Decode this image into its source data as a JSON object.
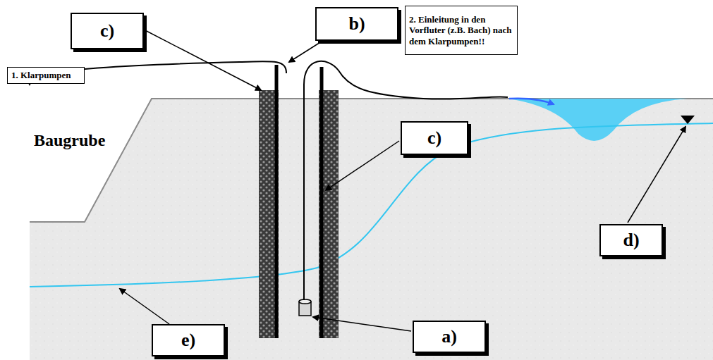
{
  "diagram": {
    "nodes": [
      {
        "text": [
          "c)"
        ]
      },
      {
        "text": [
          "b)"
        ]
      },
      {
        "text": [
          "2. Einleitung in den Vorfluter (z.B. Bach) nach dem Klarpumpen!!"
        ]
      },
      {
        "text": [
          "1. Klarpumpen"
        ]
      },
      {
        "text": [
          "c)"
        ]
      },
      {
        "text": [
          "d)"
        ]
      },
      {
        "text": [
          "e)"
        ]
      },
      {
        "text": [
          "a)"
        ]
      }
    ],
    "labels": [
      "Baugrube"
    ]
  }
}
